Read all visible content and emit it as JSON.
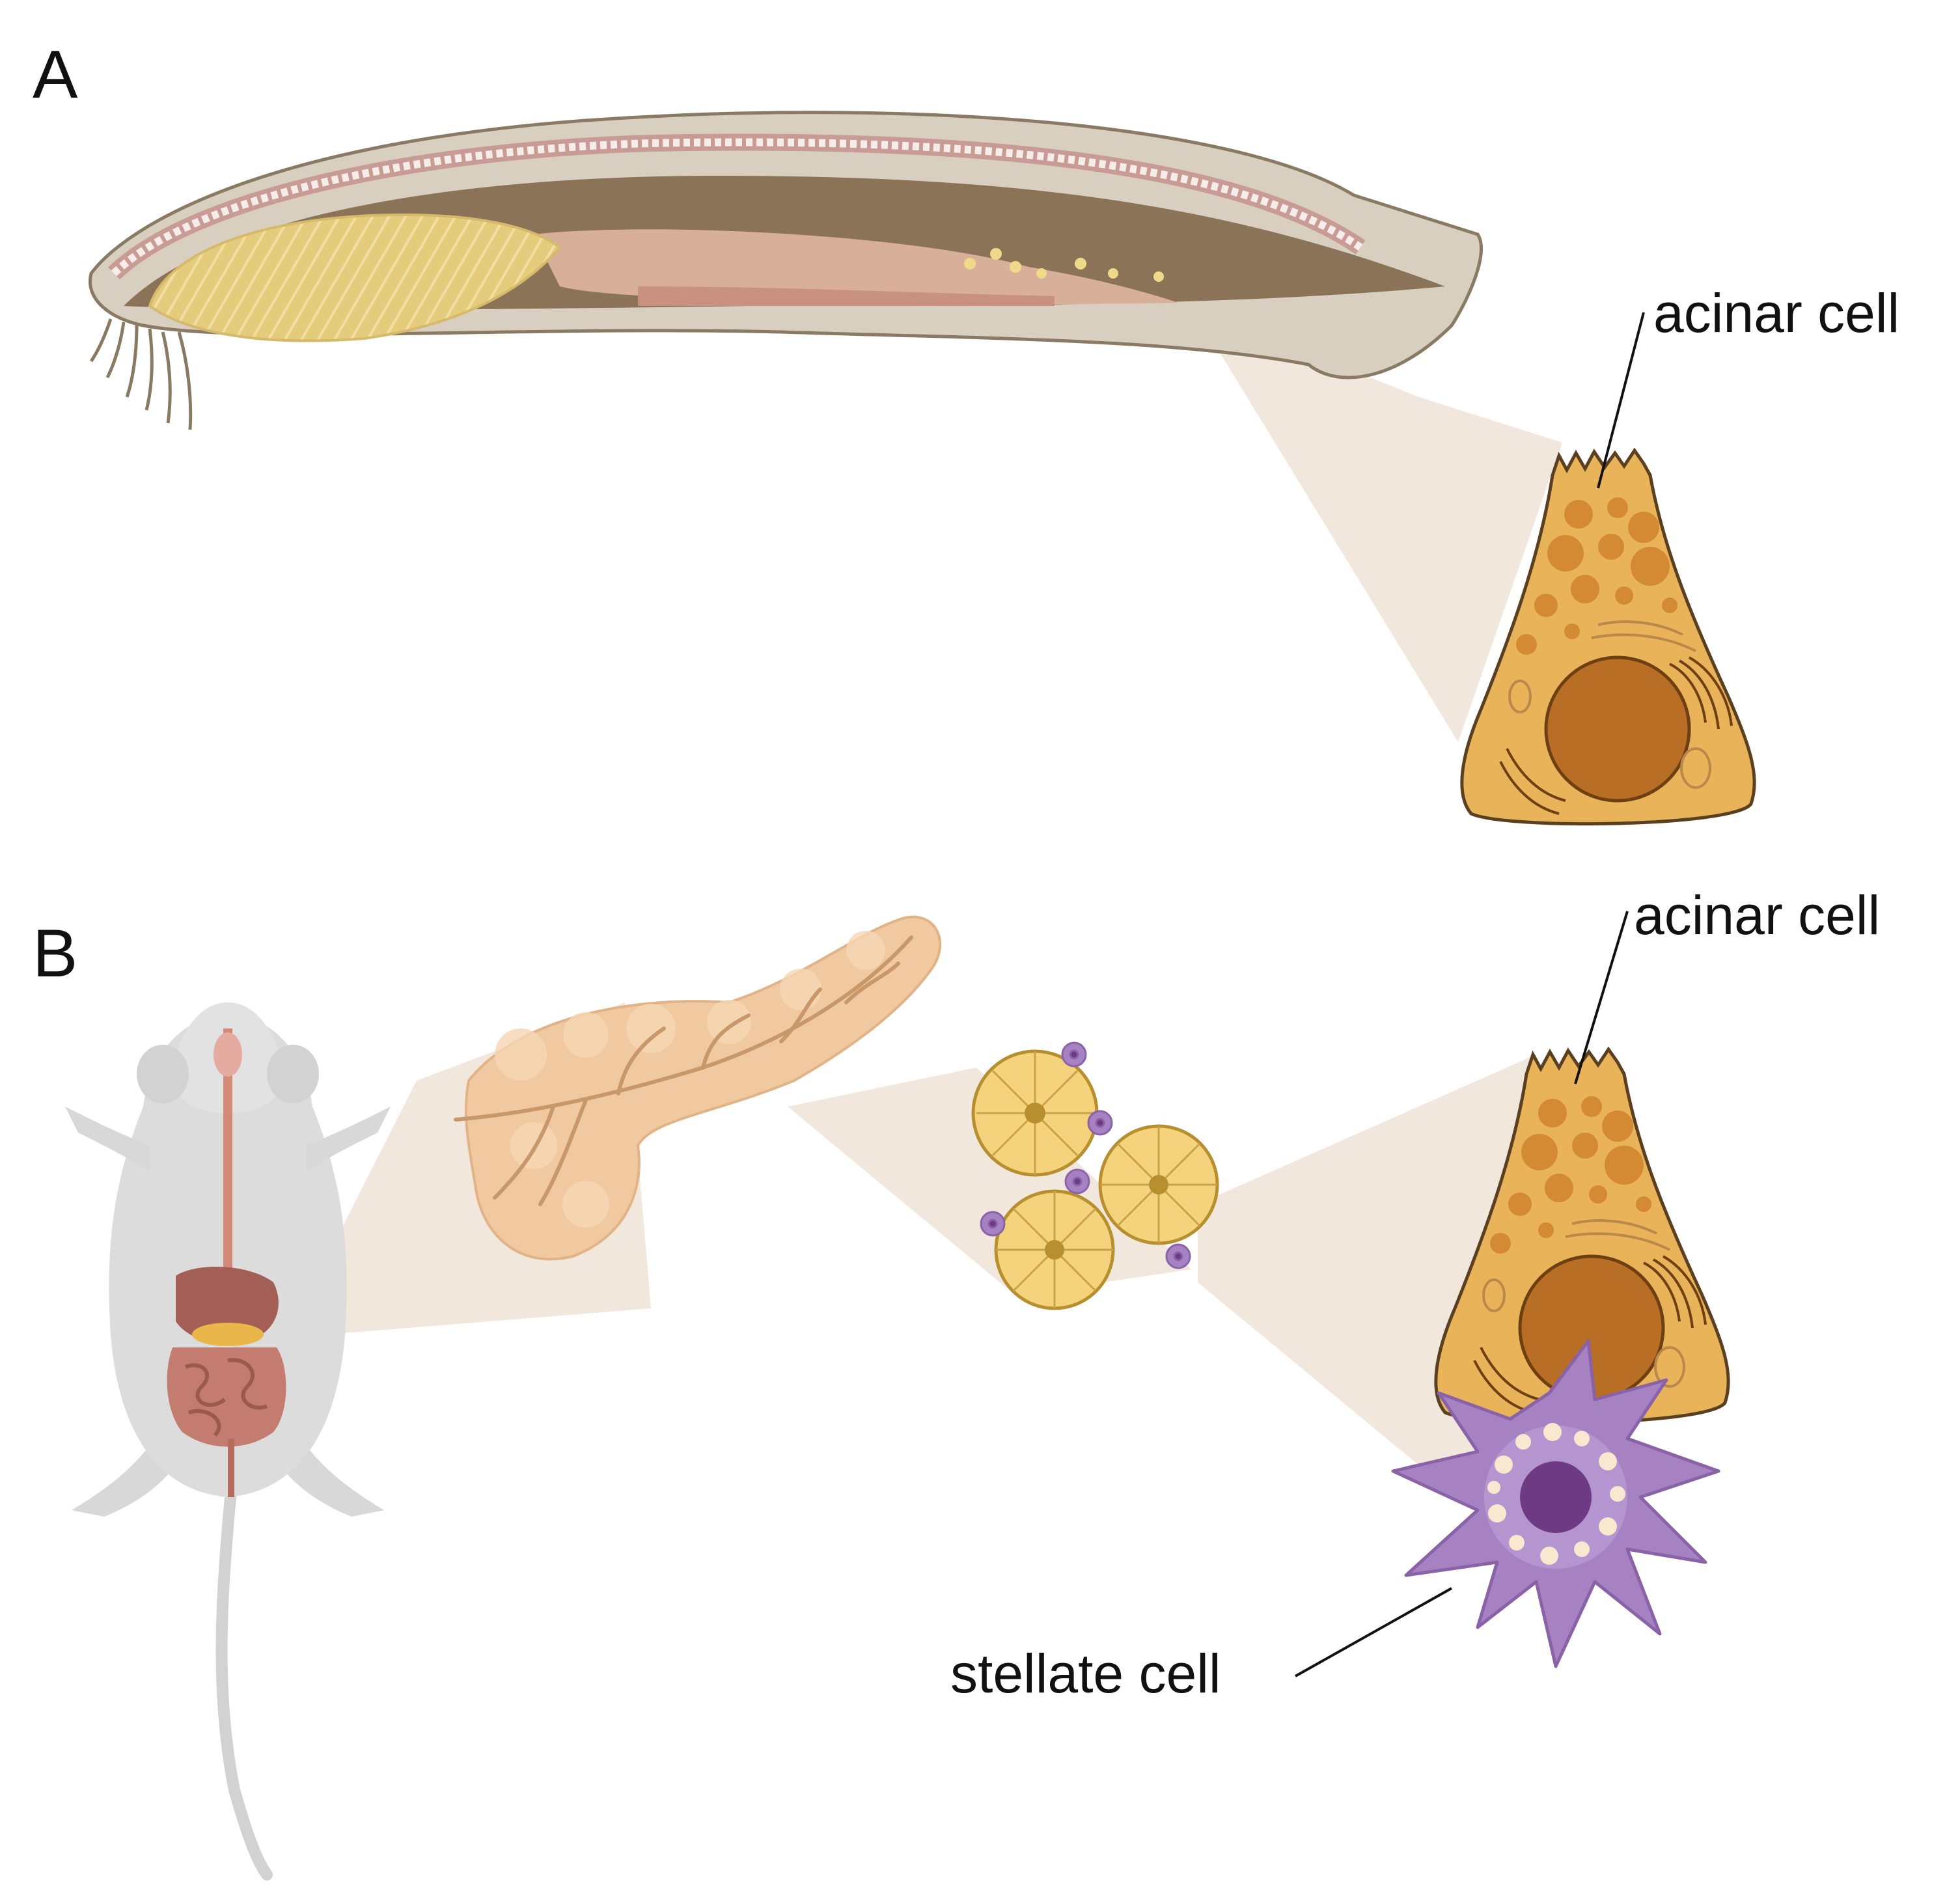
{
  "figure": {
    "panels": [
      {
        "letter": "A",
        "callout": "acinar cell"
      },
      {
        "letter": "B",
        "callout_top": "acinar cell",
        "callout_bottom": "stellate cell"
      }
    ]
  },
  "colors": {
    "zoom_wedge": "#efe4d8",
    "amphioxus_body": "#d9cfc0",
    "amphioxus_gut": "#8a7356",
    "gonad": "#e4cc7c",
    "acinar_cell": "#e9b35a",
    "acinar_nucleus": "#b86e24",
    "granule": "#d38a32",
    "pancreas": "#f1c9a0",
    "acinus": "#f4d37c",
    "stellate_cell": "#a682c3",
    "stellate_nucleus": "#6e3a84",
    "mouse_body": "#dcdcdc",
    "intestine": "#c37c6f"
  }
}
